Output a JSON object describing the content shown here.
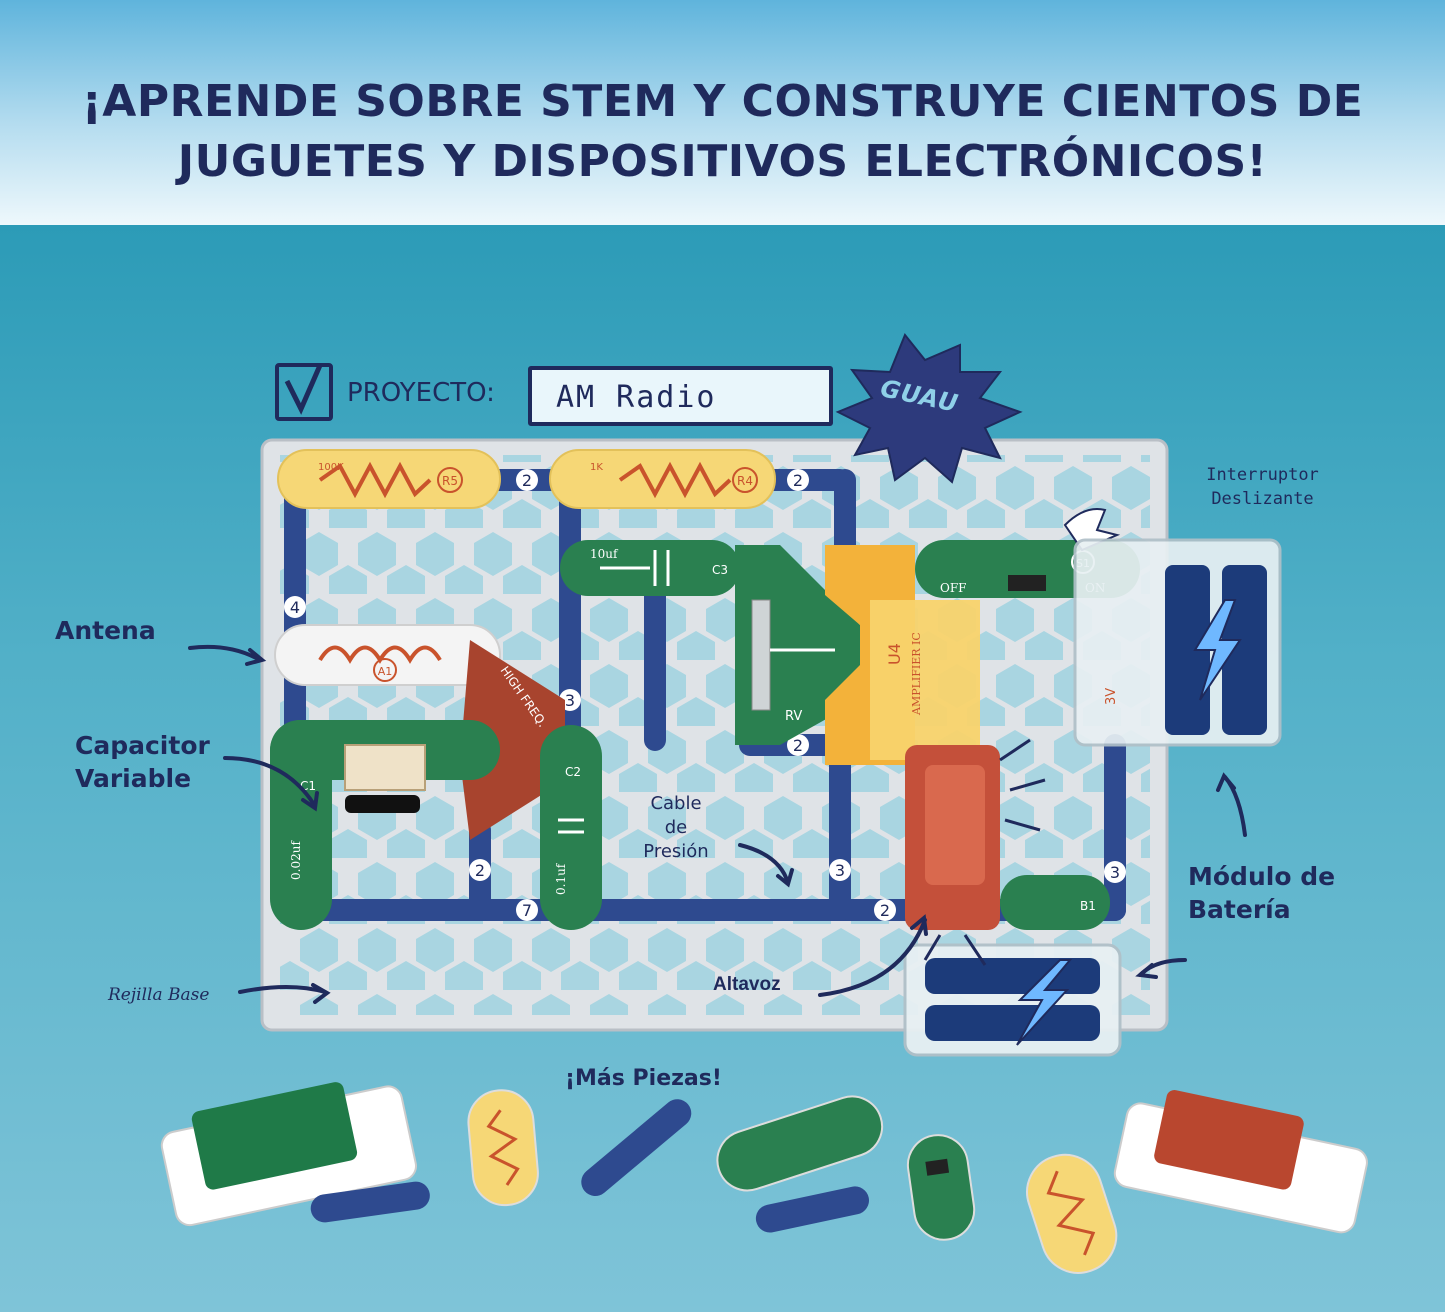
{
  "headline": {
    "line1": "¡APRENDE SOBRE STEM Y CONSTRUYE CIENTOS DE",
    "line2": "JUGUETES Y DISPOSITIVOS ELECTRÓNICOS!"
  },
  "project": {
    "label": "PROYECTO:",
    "name": "AM Radio",
    "badge": "GUAU"
  },
  "labels": {
    "antena": "Antena",
    "capacitor_l1": "Capacitor",
    "capacitor_l2": "Variable",
    "cable_l1": "Cable",
    "cable_l2": "de",
    "cable_l3": "Presión",
    "rejilla": "Rejilla Base",
    "altavoz": "Altavoz",
    "interruptor_l1": "Interruptor",
    "interruptor_l2": "Deslizante",
    "modulo_l1": "Módulo de",
    "modulo_l2": "Batería",
    "mas_piezas": "¡Más Piezas!"
  },
  "component_marks": {
    "r5": "R5",
    "r4": "R4",
    "r5_value": "100K",
    "r4_value": "1K",
    "c3": "C3",
    "c3_value": "10uf",
    "a1": "A1",
    "u4": "U4",
    "u4_text": "AMPLIFIER IC",
    "rv": "RV",
    "s1": "S1",
    "off": "OFF",
    "on": "ON",
    "b1": "B1",
    "c1": "C1",
    "c1_value": "0.02uf",
    "c2": "C2",
    "c2_value": "0.1uf",
    "freq": "HIGH FREQ.",
    "v3": "3V",
    "wire2": "2",
    "wire3": "3",
    "wire4": "4",
    "wire7": "7"
  },
  "colors": {
    "navy": "#1f2a5c",
    "board": "#d9dde2",
    "green": "#2a8050",
    "yellow": "#f6d776",
    "wire": "#2e4a8f",
    "speaker": "#c4503a"
  }
}
